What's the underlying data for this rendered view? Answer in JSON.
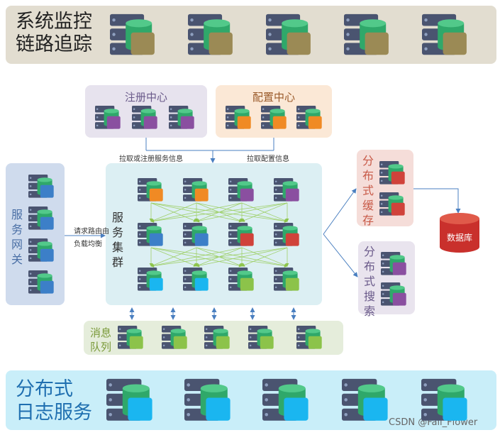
{
  "top_panel": {
    "title_line1": "系统监控",
    "title_line2": "链路追踪"
  },
  "registry": {
    "title": "注册中心"
  },
  "config": {
    "title": "配置中心"
  },
  "gateway": {
    "title": "服务网关"
  },
  "cluster": {
    "title": "服务集群"
  },
  "cache": {
    "title": "分布式缓存"
  },
  "search": {
    "title": "分布式搜索"
  },
  "database": {
    "label": "数据库"
  },
  "mq": {
    "title_line1": "消息",
    "title_line2": "队列"
  },
  "log_panel": {
    "title_line1": "分布式",
    "title_line2": "日志服务"
  },
  "edges": {
    "registry_label": "拉取或注册服务信息",
    "config_label": "拉取配置信息",
    "route_label_line1": "请求路由由",
    "route_label_line2": "负载均衡"
  },
  "watermark": "CSDN @Fall_Flower",
  "colors": {
    "top_bg": "#e2ddd0",
    "log_bg": "#c9eef9",
    "registry_bg": "#e7e3ee",
    "config_bg": "#fbe8d6",
    "gateway_bg": "#cfdbed",
    "cluster_bg": "#dceff3",
    "cache_bg": "#f5ddd9",
    "search_bg": "#e9e4ee",
    "mq_bg": "#e5eddb"
  }
}
